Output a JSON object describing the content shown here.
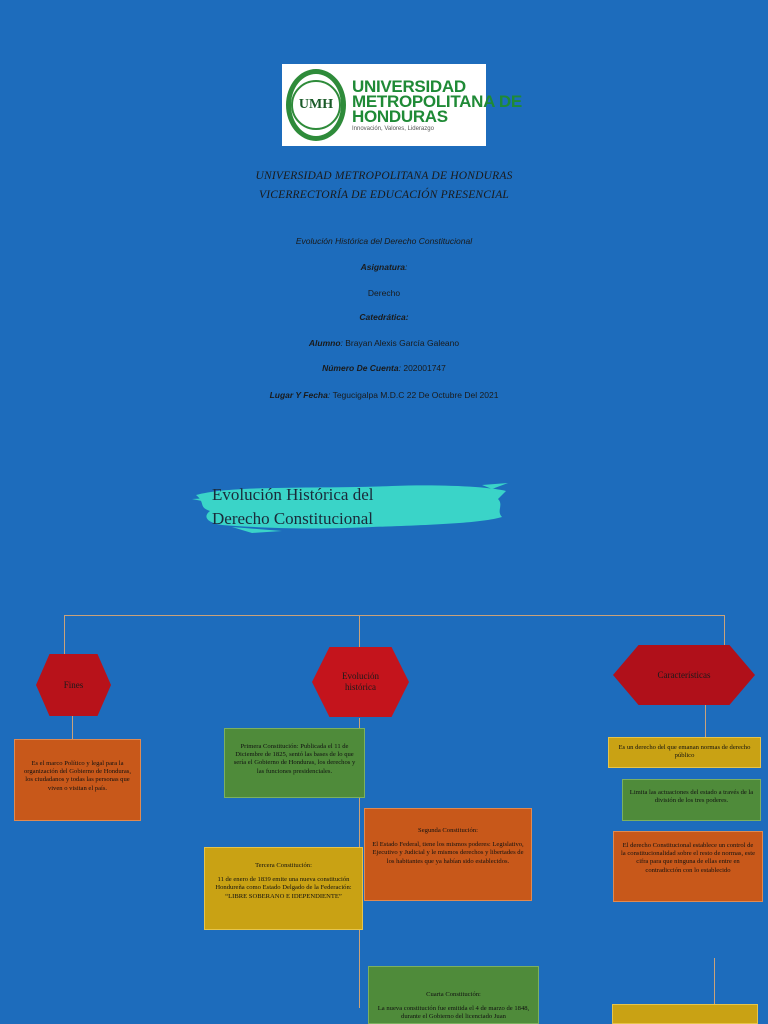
{
  "logo": {
    "seal_text": "UMH",
    "name_line1": "UNIVERSIDAD",
    "name_line2": "METROPOLITANA DE",
    "name_line3": "HONDURAS",
    "motto": "Innovación, Valores, Liderazgo"
  },
  "header": {
    "university": "UNIVERSIDAD METROPOLITANA DE HONDURAS",
    "vice_rectory": "VICERRECTORÍA DE EDUCACIÓN PRESENCIAL"
  },
  "meta": {
    "topic": "Evolución Histórica del Derecho Constitucional",
    "subject_label": "Asignatura",
    "subject_value": "Derecho",
    "professor_label": "Catedrática:",
    "student_label": "Alumno",
    "student_value": "Brayan Alexis García Galeano",
    "account_label": "Número De Cuenta",
    "account_value": "202001747",
    "place_label": "Lugar Y Fecha",
    "place_value": "Tegucigalpa M.D.C 22 De Octubre  Del 2021"
  },
  "map": {
    "title_line1": "Evolución Histórica del",
    "title_line2": "Derecho Constitucional",
    "nodes": {
      "fines": "Fines",
      "evolucion": "Evolución histórica",
      "caracteristicas": "Características"
    },
    "fines_box": "Es el marco Político y legal para la organización del Gobierno de Honduras, los ciudadanos y todas las personas que viven o visitan el país.",
    "primera": "Primera Constitución: Publicada el 11 de Diciembre de 1825, sentó las bases de lo que sería el Gobierno de Honduras, los derechos y las funciones presidenciales.",
    "segunda_title": "Segunda Constitución:",
    "segunda_body": "El Estado Federal, tiene los mismos poderes: Legislativo, Ejecutivo y Judicial y le mismos derechos y libertades de los habitantes que ya habían sido establecidos.",
    "tercera_title": "Tercera Constitución:",
    "tercera_body": "11 de enero de 1839 emite una nueva constitución Hondureña como Estado Delgado de la Federación: “LIBRE SOBERANO E IDEPENDIENTE”",
    "cuarta_title": "Cuarta Constitución:",
    "cuarta_body": "La nueva constitución fue emitida el 4 de marzo de 1848, durante el Gobierno del licenciado Juan",
    "car1": "Es un derecho del que emanan normas de derecho público",
    "car2": "Limita las actuaciones del estado a través de la división de los tres poderes.",
    "car3": "El derecho Constitucional establece un control de la constitucionalidad sobre el resto de normas, este cifra para que ninguna de ellas entre en contradicción con lo establecido"
  }
}
